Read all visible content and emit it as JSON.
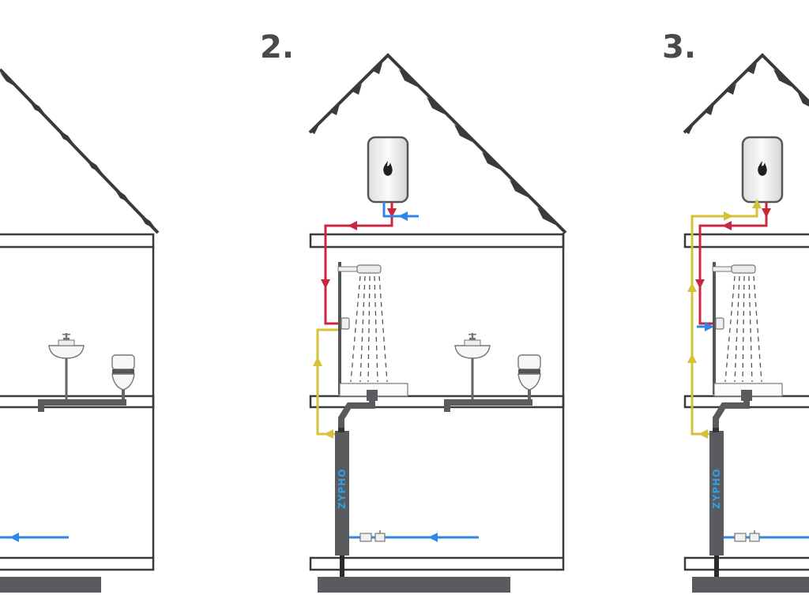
{
  "panels": [
    {
      "id": "panel-1"
    },
    {
      "id": "panel-2",
      "label": "2."
    },
    {
      "id": "panel-3",
      "label": "3."
    }
  ],
  "device": {
    "label": "ZYPHO"
  },
  "heater": {
    "icon": "flame-icon"
  },
  "colors": {
    "hot": "#c8283f",
    "cold": "#2f86e6",
    "preheated": "#d4c23a",
    "structure": "#3a3a3a",
    "device": "#5a5b5e",
    "drain": "#5a5b5e",
    "ground": "#5a5b5e"
  }
}
